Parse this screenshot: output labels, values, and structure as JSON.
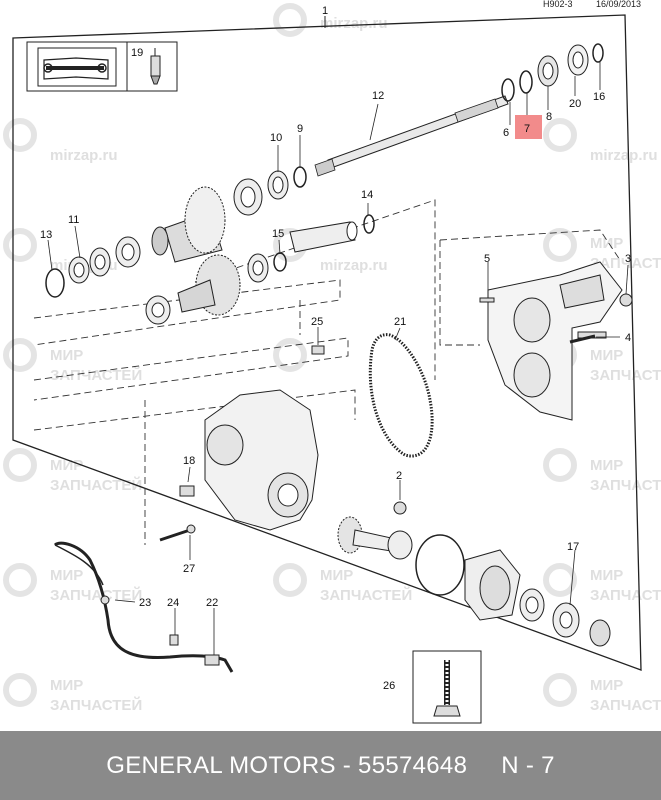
{
  "header": {
    "code": "H902-3",
    "date": "16/09/2013"
  },
  "assembly_callout": "1",
  "callouts": [
    "2",
    "3",
    "4",
    "5",
    "6",
    "7",
    "8",
    "9",
    "10",
    "11",
    "12",
    "13",
    "14",
    "15",
    "16",
    "17",
    "18",
    "19",
    "20",
    "21",
    "22",
    "23",
    "24",
    "25",
    "26",
    "27"
  ],
  "watermark": {
    "line1": "МИР",
    "line2": "ЗАПЧАСТЕЙ",
    "site": "mirzap.ru"
  },
  "highlight_color": "#f28b8b",
  "footer": {
    "brand": "GENERAL MOTORS",
    "separator": "-",
    "part_number": "55574648",
    "ref": "N - 7"
  }
}
